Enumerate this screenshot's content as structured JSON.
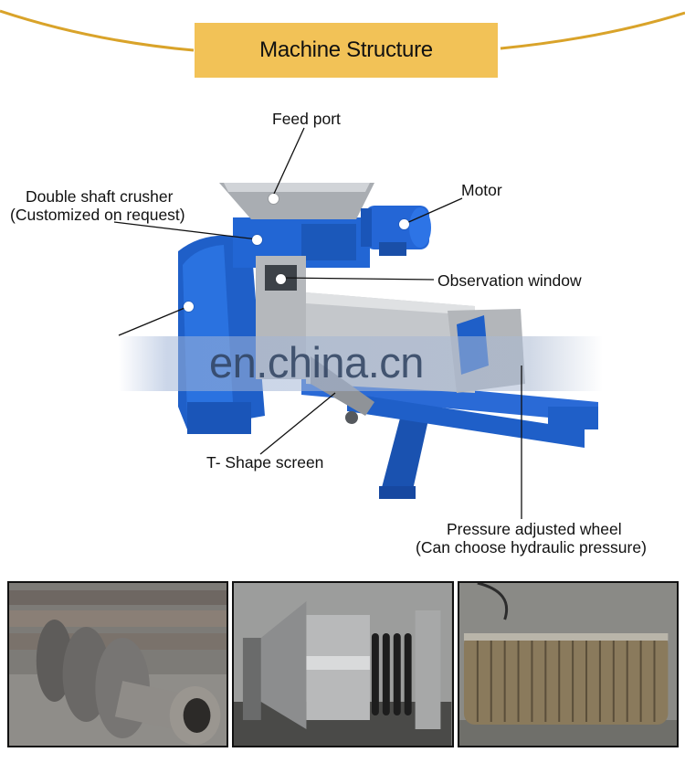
{
  "header": {
    "title": "Machine Structure",
    "accent_color": "#f2c257",
    "arc_color": "#d9a32a"
  },
  "diagram": {
    "machine_color": "#1f5fc8",
    "steel_color": "#b9bcc0",
    "labels": {
      "feed_port": "Feed port",
      "double_shaft_crusher_line1": "Double shaft crusher",
      "double_shaft_crusher_line2": "(Customized on request)",
      "motor": "Motor",
      "observation_window": "Observation window",
      "t_shape_screen": "T- Shape screen",
      "pressure_wheel_line1": "Pressure adjusted wheel",
      "pressure_wheel_line2": "(Can choose hydraulic pressure)"
    },
    "watermark": "en.china.cn"
  },
  "photos": [
    {
      "subject": "screw-shaft"
    },
    {
      "subject": "pressure-cone-and-spring"
    },
    {
      "subject": "cylindrical-screen"
    }
  ]
}
